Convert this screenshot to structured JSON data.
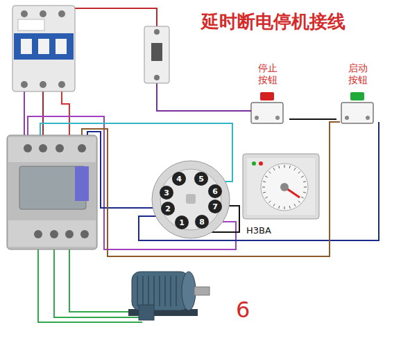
{
  "diagram": {
    "title": "延时断电停机接线",
    "nodes": [
      {
        "text": [
          "停止 按钮"
        ]
      },
      {
        "text": [
          "启动 按钮"
        ]
      },
      {
        "text": [
          "H3BA"
        ]
      }
    ],
    "edges": [
      {
        "from": 0,
        "to": 1,
        "arrow": "none"
      }
    ],
    "labels": [
      "4",
      "5",
      "3",
      "6",
      "2",
      "7",
      "1",
      "8",
      "6"
    ]
  }
}
